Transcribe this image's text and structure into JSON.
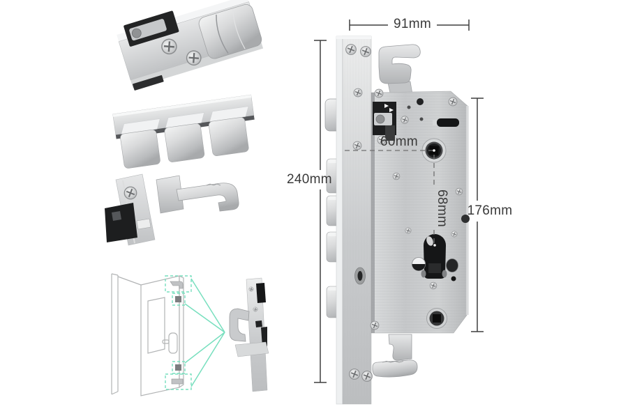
{
  "meta": {
    "image_type": "product-dimension-diagram",
    "background": "#ffffff"
  },
  "dimensions": {
    "top_width": "91mm",
    "left_height": "240mm",
    "backset": "60mm",
    "center_distance": "68mm",
    "right_height": "176mm"
  },
  "colors": {
    "dimension_text": "#3a3a3a",
    "dimension_line": "#3f3f3f",
    "dashed_guide_line": "#6f6f6f",
    "highlight_green": "#77dfbe",
    "metal_light": "#f0f1f2",
    "metal_mid": "#c7c9cb",
    "metal_dark": "#8e9092",
    "detail_black": "#1a1b1c",
    "sketch_gray": "#b2b4b5"
  },
  "figures": {
    "detail_photo_1": "latch-bolt-closeup",
    "detail_photo_2": "triple-square-deadbolt-closeup",
    "detail_photo_3": "hook-bolt-closeup",
    "door_diagram": "door-lock-position-sketch",
    "mini_photo": "lock-edge-hook-closeup",
    "main_photo": "mortise-lock-body-with-dimensions"
  }
}
